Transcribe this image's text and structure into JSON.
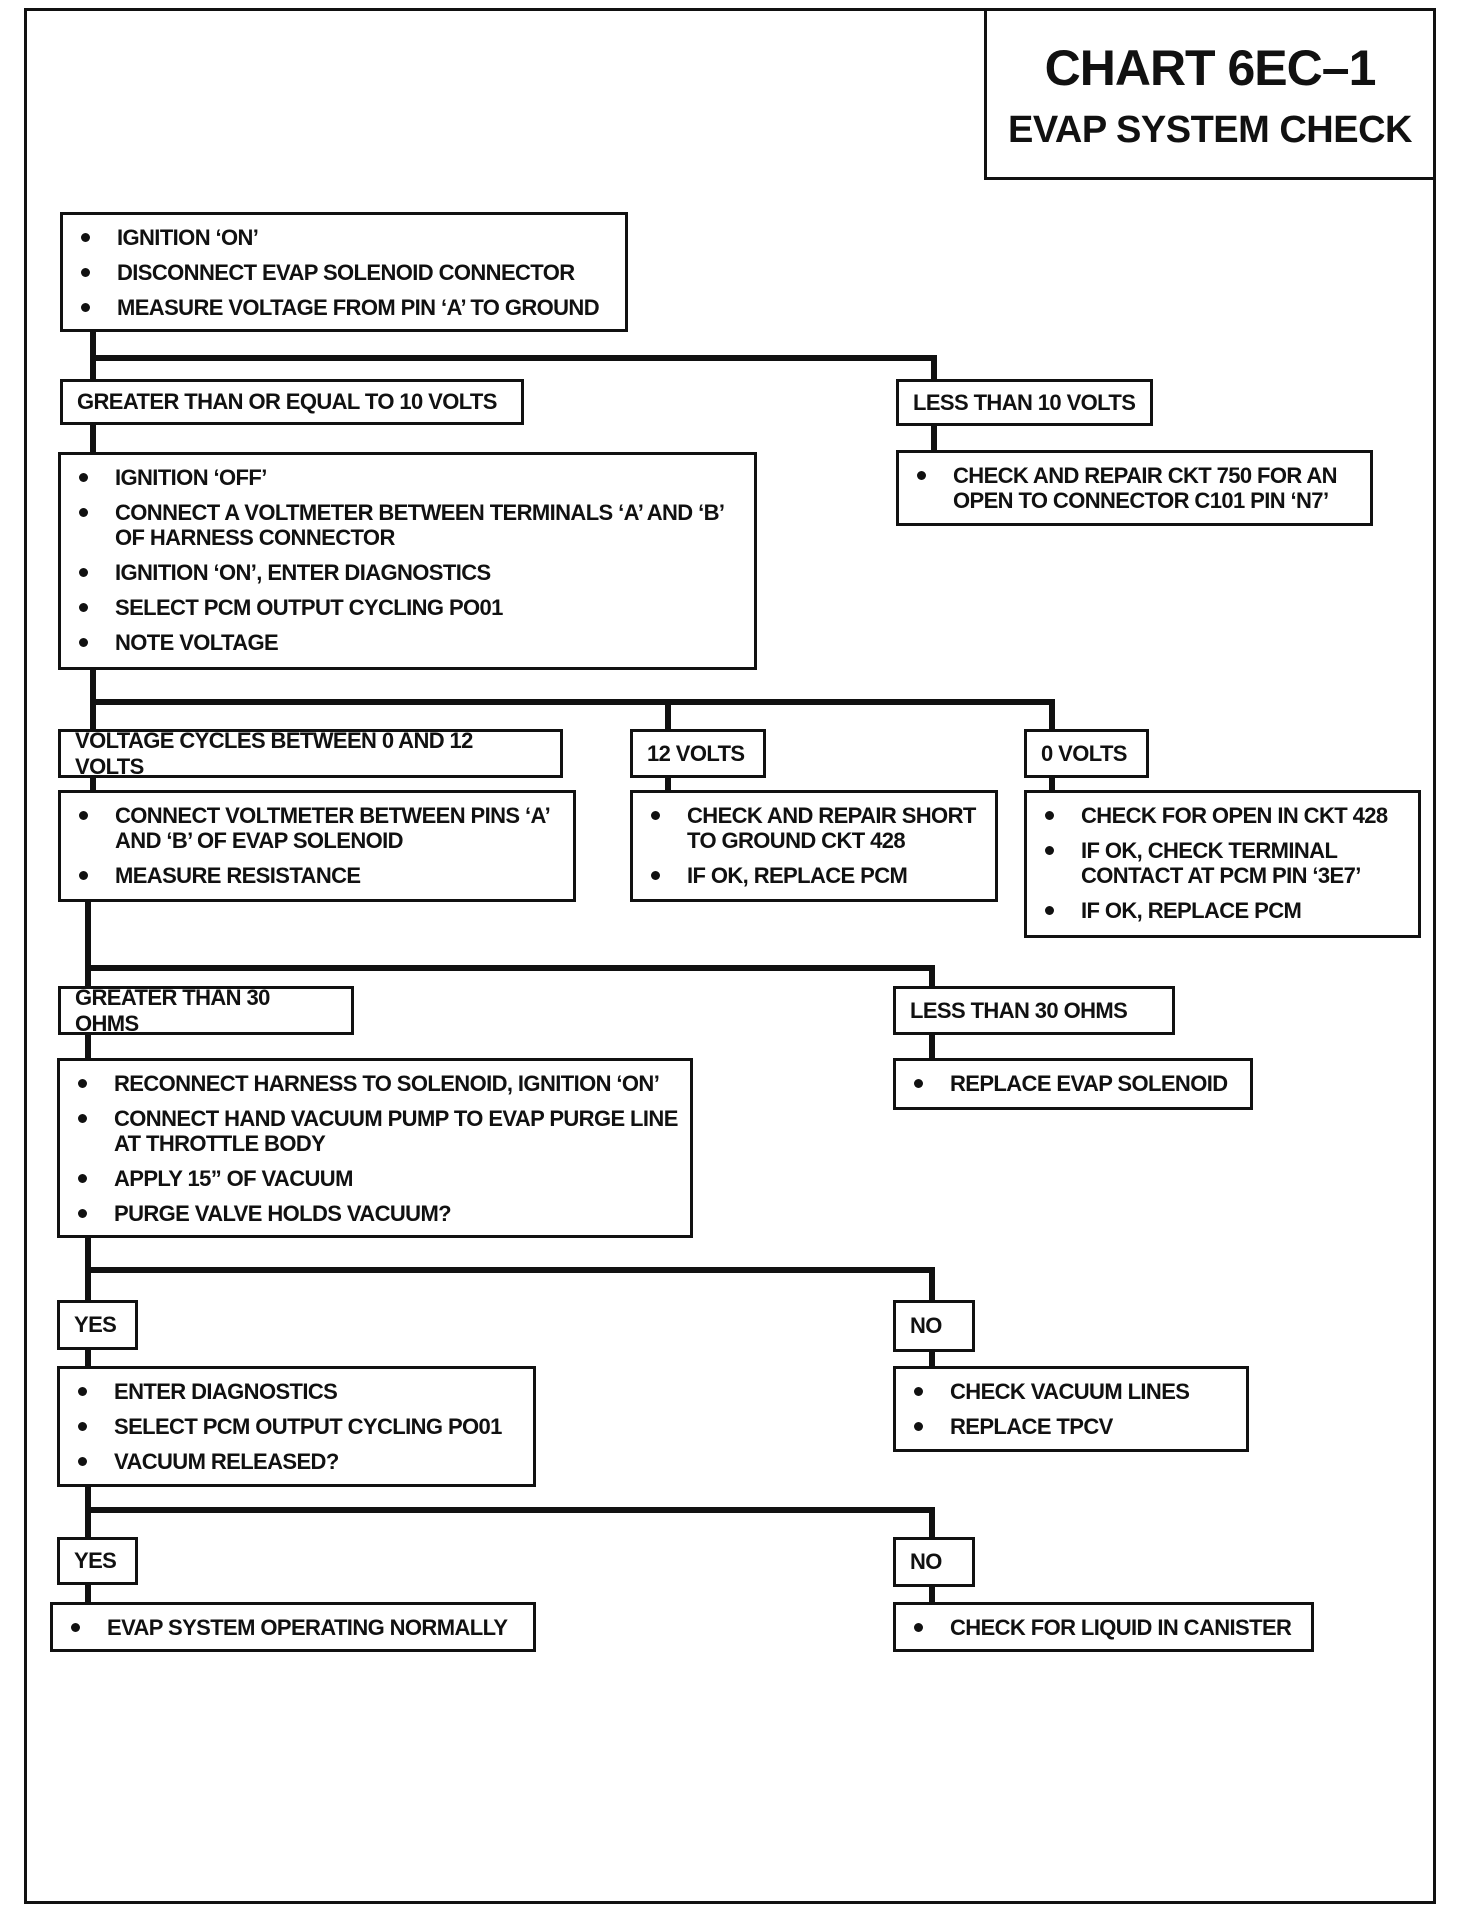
{
  "title": {
    "main": "CHART 6EC–1",
    "sub": "EVAP SYSTEM CHECK"
  },
  "steps": {
    "start": [
      "IGNITION ‘ON’",
      "DISCONNECT EVAP SOLENOID CONNECTOR",
      "MEASURE VOLTAGE FROM PIN ‘A’ TO GROUND"
    ],
    "ge10": [
      "IGNITION ‘OFF’",
      "CONNECT A VOLTMETER BETWEEN TERMINALS ‘A’ AND ‘B’ OF HARNESS CONNECTOR",
      "IGNITION ‘ON’, ENTER DIAGNOSTICS",
      "SELECT PCM OUTPUT CYCLING PO01",
      "NOTE VOLTAGE"
    ],
    "lt10": [
      "CHECK AND REPAIR CKT 750 FOR AN OPEN TO CONNECTOR C101 PIN ‘N7’"
    ],
    "cycles": [
      "CONNECT VOLTMETER BETWEEN PINS ‘A’ AND ‘B’ OF EVAP SOLENOID",
      "MEASURE RESISTANCE"
    ],
    "v12": [
      "CHECK AND REPAIR SHORT TO GROUND CKT 428",
      "IF OK, REPLACE PCM"
    ],
    "v0": [
      "CHECK FOR OPEN IN CKT 428",
      "IF OK, CHECK TERMINAL CONTACT AT PCM PIN ‘3E7’",
      "IF OK, REPLACE PCM"
    ],
    "gt30": [
      "RECONNECT HARNESS TO SOLENOID, IGNITION ‘ON’",
      "CONNECT HAND VACUUM PUMP TO EVAP PURGE LINE AT THROTTLE BODY",
      "APPLY 15” OF VACUUM",
      "PURGE VALVE HOLDS VACUUM?"
    ],
    "lt30": [
      "REPLACE  EVAP SOLENOID"
    ],
    "yes1": [
      "ENTER DIAGNOSTICS",
      "SELECT PCM OUTPUT CYCLING PO01",
      "VACUUM RELEASED?"
    ],
    "no1": [
      "CHECK VACUUM LINES",
      "REPLACE TPCV"
    ],
    "yes2": [
      "EVAP  SYSTEM OPERATING  NORMALLY"
    ],
    "no2": [
      "CHECK FOR LIQUID IN CANISTER"
    ]
  },
  "labels": {
    "ge10": "GREATER THAN OR EQUAL TO 10 VOLTS",
    "lt10": "LESS THAN 10 VOLTS",
    "cycles": "VOLTAGE CYCLES BETWEEN 0 AND 12 VOLTS",
    "v12": "12 VOLTS",
    "v0": "0 VOLTS",
    "gt30": "GREATER THAN 30 OHMS",
    "lt30": "LESS THAN 30 OHMS",
    "yes1": "YES",
    "no1": "NO",
    "yes2": "YES",
    "no2": "NO"
  }
}
